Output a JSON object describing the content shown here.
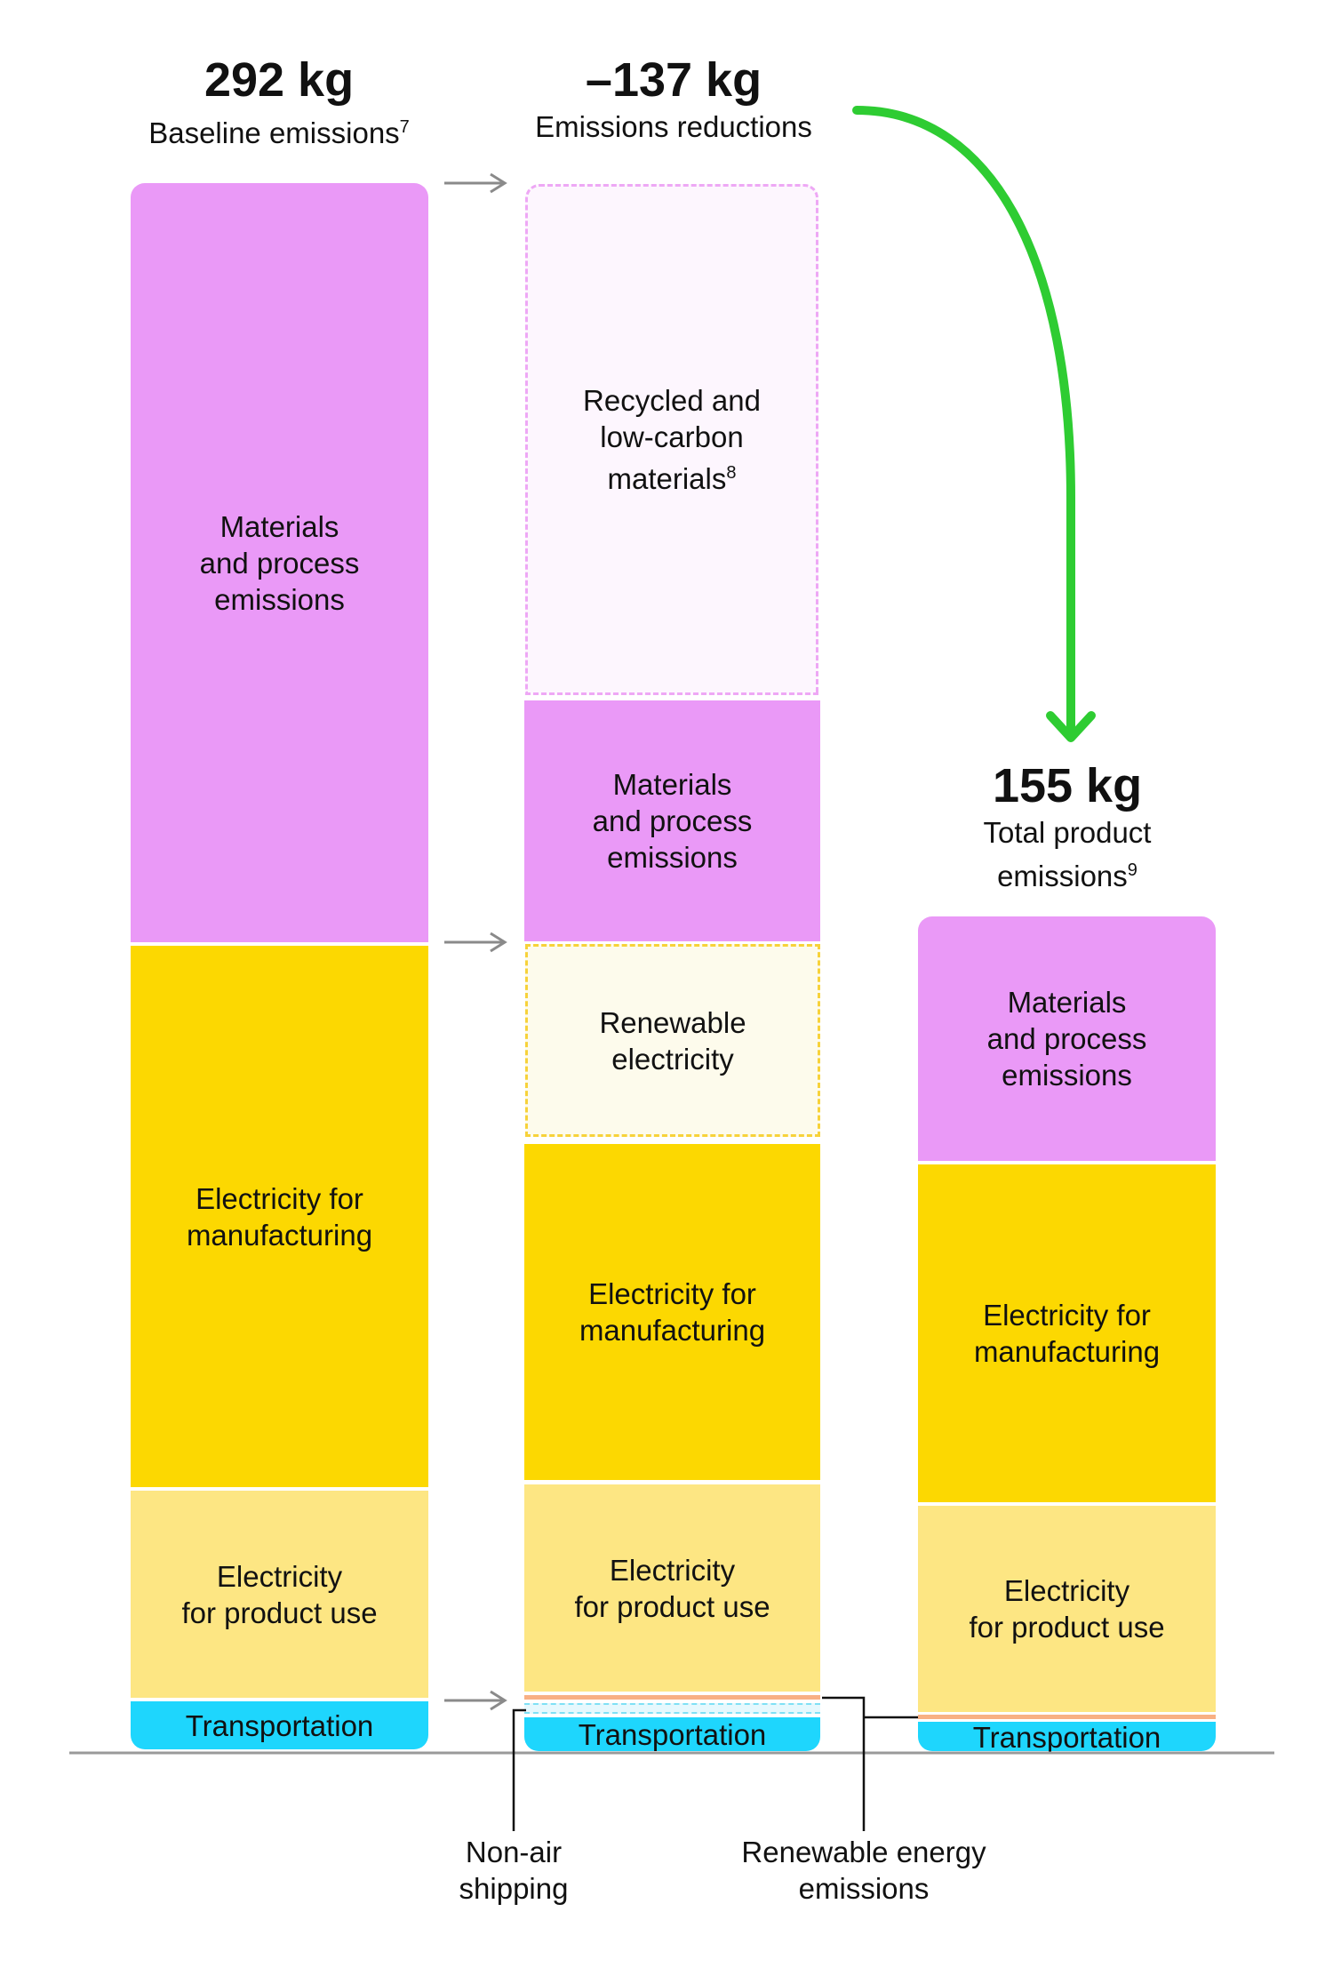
{
  "chart_data": {
    "type": "bar",
    "unit": "kg",
    "columns": [
      {
        "amount": "292 kg",
        "label": "Baseline emissions",
        "label_sup": "7",
        "segments": [
          {
            "name": "Materials and process emissions",
            "label": "Materials\nand process\nemissions",
            "value": 146
          },
          {
            "name": "Electricity for manufacturing",
            "label": "Electricity for\nmanufacturing",
            "value": 104
          },
          {
            "name": "Electricity for product use",
            "label": "Electricity\nfor product use",
            "value": 40
          },
          {
            "name": "Transportation",
            "label": "Transportation",
            "value": 9
          }
        ]
      },
      {
        "amount": "–137 kg",
        "label": "Emissions reductions",
        "segments": [
          {
            "name": "Recycled and low-carbon materials",
            "label": "Recycled and\nlow-carbon\nmaterials",
            "label_sup": "8",
            "value": -99,
            "reduction": true
          },
          {
            "name": "Materials and process emissions",
            "label": "Materials\nand process\nemissions",
            "value": 47
          },
          {
            "name": "Renewable electricity",
            "label": "Renewable\nelectricity",
            "value": -37,
            "reduction": true
          },
          {
            "name": "Electricity for manufacturing",
            "label": "Electricity for\nmanufacturing",
            "value": 66
          },
          {
            "name": "Electricity for product use",
            "label": "Electricity\nfor product use",
            "value": 40
          },
          {
            "name": "Renewable energy emissions",
            "value": 1
          },
          {
            "name": "Non-air shipping",
            "value": -1,
            "reduction": true
          },
          {
            "name": "Transportation",
            "label": "Transportation",
            "value": 5
          }
        ]
      },
      {
        "amount": "155 kg",
        "label": "Total product\nemissions",
        "label_sup": "9",
        "segments": [
          {
            "name": "Materials and process emissions",
            "label": "Materials\nand process\nemissions",
            "value": 47
          },
          {
            "name": "Electricity for manufacturing",
            "label": "Electricity for\nmanufacturing",
            "value": 66
          },
          {
            "name": "Electricity for product use",
            "label": "Electricity\nfor product use",
            "value": 40
          },
          {
            "name": "Renewable energy emissions",
            "value": 1
          },
          {
            "name": "Transportation",
            "label": "Transportation",
            "value": 5
          }
        ]
      }
    ],
    "callouts": [
      {
        "name": "non-air-shipping",
        "label": "Non-air\nshipping"
      },
      {
        "name": "renewable-energy-emissions",
        "label": "Renewable energy\nemissions"
      }
    ],
    "colors": {
      "materials": "#ea99f7",
      "manufacturing": "#fcd801",
      "product_use": "#fde683",
      "transportation": "#1ed6fd",
      "renewable_energy": "#f8b084",
      "arrow": "#2ecc32"
    }
  }
}
